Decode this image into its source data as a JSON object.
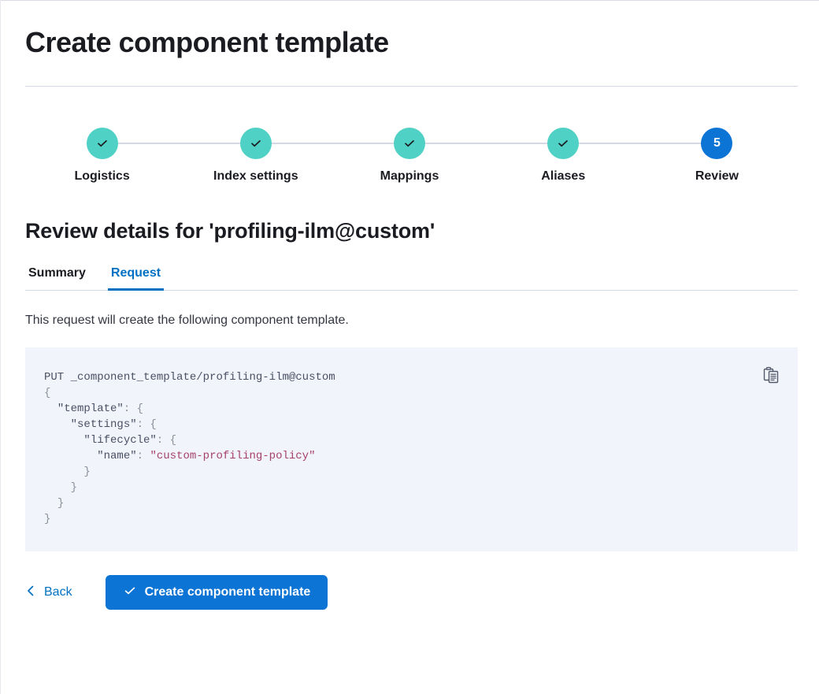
{
  "page": {
    "title": "Create component template"
  },
  "steps": {
    "items": [
      {
        "label": "Logistics",
        "number": "1",
        "state": "complete",
        "icon": "check-icon"
      },
      {
        "label": "Index settings",
        "number": "2",
        "state": "complete",
        "icon": "check-icon"
      },
      {
        "label": "Mappings",
        "number": "3",
        "state": "complete",
        "icon": "check-icon"
      },
      {
        "label": "Aliases",
        "number": "4",
        "state": "complete",
        "icon": "check-icon"
      },
      {
        "label": "Review",
        "number": "5",
        "state": "current",
        "icon": ""
      }
    ],
    "colors": {
      "complete": "#4fd1c5",
      "current": "#0b74d4",
      "connector": "#d3dae6"
    }
  },
  "review": {
    "heading": "Review details for 'profiling-ilm@custom'",
    "tabs": [
      {
        "label": "Summary",
        "active": false
      },
      {
        "label": "Request",
        "active": true
      }
    ],
    "description": "This request will create the following component template.",
    "accent_color": "#0071c2"
  },
  "request": {
    "method": "PUT",
    "path": "_component_template/profiling-ilm@custom",
    "lines": [
      "PUT _component_template/profiling-ilm@custom",
      "{",
      "  \"template\": {",
      "    \"settings\": {",
      "      \"lifecycle\": {",
      "        \"name\": \"custom-profiling-policy\"",
      "      }",
      "    }",
      "  }",
      "}"
    ],
    "body": {
      "template": {
        "settings": {
          "lifecycle": {
            "name": "custom-profiling-policy"
          }
        }
      }
    },
    "copy_icon": "clipboard-copy-icon",
    "background_color": "#f1f4fa",
    "string_color": "#a6416b"
  },
  "actions": {
    "back_label": "Back",
    "back_icon": "chevron-left-icon",
    "submit_label": "Create component template",
    "submit_icon": "check-icon",
    "submit_color": "#0b74d4"
  }
}
